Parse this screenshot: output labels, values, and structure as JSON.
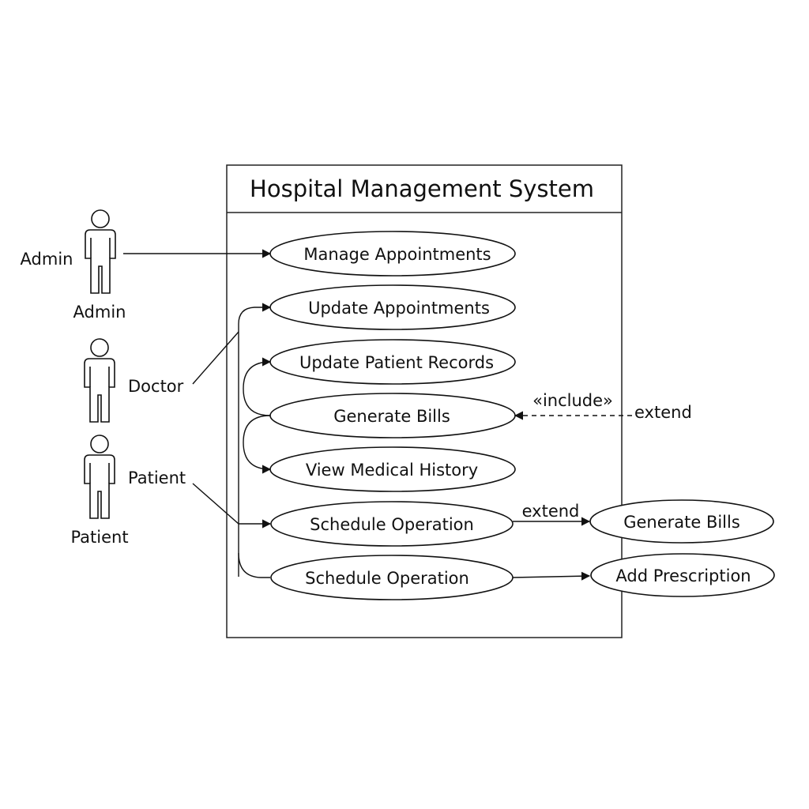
{
  "system": {
    "title": "Hospital Management System"
  },
  "actors": [
    {
      "id": "admin",
      "side_label": "Admin",
      "caption": "Admin"
    },
    {
      "id": "doctor",
      "side_label": "Doctor",
      "caption": ""
    },
    {
      "id": "patient",
      "side_label": "Patient",
      "caption": "Patient"
    }
  ],
  "use_cases": [
    {
      "id": "manage-appointments",
      "label": "Manage Appointments"
    },
    {
      "id": "update-appointments",
      "label": "Update Appointments"
    },
    {
      "id": "update-patient-records",
      "label": "Update Patient Records"
    },
    {
      "id": "generate-bills",
      "label": "Generate Bills"
    },
    {
      "id": "view-medical-history",
      "label": "View Medical History"
    },
    {
      "id": "schedule-operation-1",
      "label": "Schedule Operation"
    },
    {
      "id": "schedule-operation-2",
      "label": "Schedule Operation"
    }
  ],
  "external_use_cases": [
    {
      "id": "generate-bills-ext",
      "label": "Generate Bills"
    },
    {
      "id": "add-prescription",
      "label": "Add Prescription"
    }
  ],
  "relation_labels": {
    "include": "«include»",
    "extend_dashed": "extend",
    "extend_solid": "extend"
  }
}
